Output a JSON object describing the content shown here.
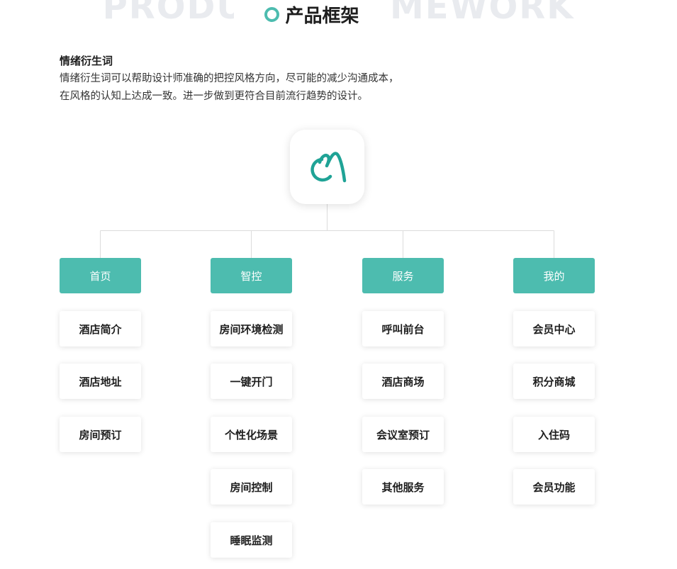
{
  "header": {
    "bg_word": "PRODUCT FRAMEWORK",
    "title": "产品框架"
  },
  "intro": {
    "heading": "情绪衍生词",
    "line1": "情绪衍生词可以帮助设计师准确的把控风格方向，尽可能的减少沟通成本，",
    "line2": "在风格的认知上达成一致。进一步做到更符合目前流行趋势的设计。"
  },
  "colors": {
    "accent": "#4dbcaf",
    "bg_word": "#e9ebef",
    "connector": "#dcdcdc"
  },
  "logo": {
    "icon": "app-logo-icon"
  },
  "columns": [
    {
      "label": "首页",
      "items": [
        "酒店简介",
        "酒店地址",
        "房间预订"
      ]
    },
    {
      "label": "智控",
      "items": [
        "房间环境检测",
        "一键开门",
        "个性化场景",
        "房间控制",
        "睡眠监测"
      ]
    },
    {
      "label": "服务",
      "items": [
        "呼叫前台",
        "酒店商场",
        "会议室预订",
        "其他服务"
      ]
    },
    {
      "label": "我的",
      "items": [
        "会员中心",
        "积分商城",
        "入住码",
        "会员功能"
      ]
    }
  ]
}
